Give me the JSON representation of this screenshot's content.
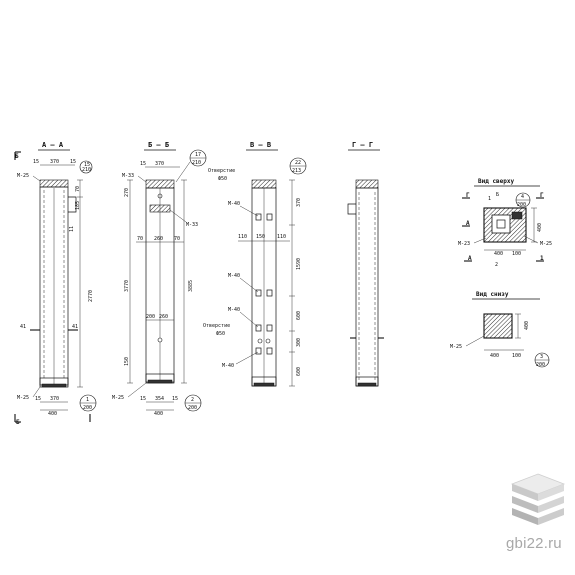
{
  "sections": {
    "aa": "А — А",
    "bb": "Б — Б",
    "vv": "В — В",
    "gg": "Г — Г"
  },
  "views": {
    "top": "Вид сверху",
    "bottom": "Вид снизу"
  },
  "col1": {
    "d370": "370",
    "d15a": "15",
    "d15b": "15",
    "d70": "70",
    "d185": "185",
    "d2770": "2770",
    "d11": "11",
    "d400": "400",
    "d15c": "15",
    "d370b": "370",
    "m25top": "М-25",
    "m25bot": "М-25",
    "l41a": "41",
    "l41b": "41",
    "b1top": "Б",
    "b1bot": "Б",
    "bub_a": "1",
    "bub_b": "200"
  },
  "col2": {
    "d370": "370",
    "d15": "15",
    "m33": "М-33",
    "m33b": "М-33",
    "d70": "70",
    "d260": "260",
    "d70b": "70",
    "d3770": "3770",
    "d3885": "3885",
    "d200": "200",
    "d260b": "260",
    "d150": "150",
    "m25": "М-25",
    "d400": "400",
    "d15b": "15",
    "d354": "354",
    "d15c": "15",
    "bub_a": "17",
    "bub_b": "210",
    "bub2_a": "2",
    "bub2_b": "200"
  },
  "col3": {
    "hole1": "Отверстие",
    "hole1d": "Ф50",
    "m40a": "М-40",
    "d110a": "110",
    "d150": "150",
    "d110b": "110",
    "d370": "370",
    "d1590": "1590",
    "m40b": "М-40",
    "m40c": "М-40",
    "hole2": "Отверстие",
    "hole2d": "Ф50",
    "d600": "600",
    "d300": "300",
    "m40d": "М-40",
    "d600b": "600",
    "bub_a": "22",
    "bub_b": "213"
  },
  "top_view": {
    "g1": "Г",
    "g2": "Г",
    "l1": "1",
    "b1": "Б",
    "bub_a": "4",
    "bub_b": "200",
    "a1": "А",
    "m23": "М-23",
    "m25": "М-25",
    "d400": "400",
    "d100": "100",
    "d2": "2",
    "d400b": "400",
    "a2": "А",
    "n1": "1"
  },
  "bottom_view": {
    "m25": "М-25",
    "d400": "400",
    "d100": "100",
    "d400b": "400",
    "bub_a": "3",
    "bub_b": "200"
  },
  "watermark": "gbi22.ru",
  "colors": {
    "ink": "#111111",
    "logo_light": "#e6e6e6",
    "logo_mid": "#c8c8c8",
    "watermark": "#a8a8a8"
  }
}
